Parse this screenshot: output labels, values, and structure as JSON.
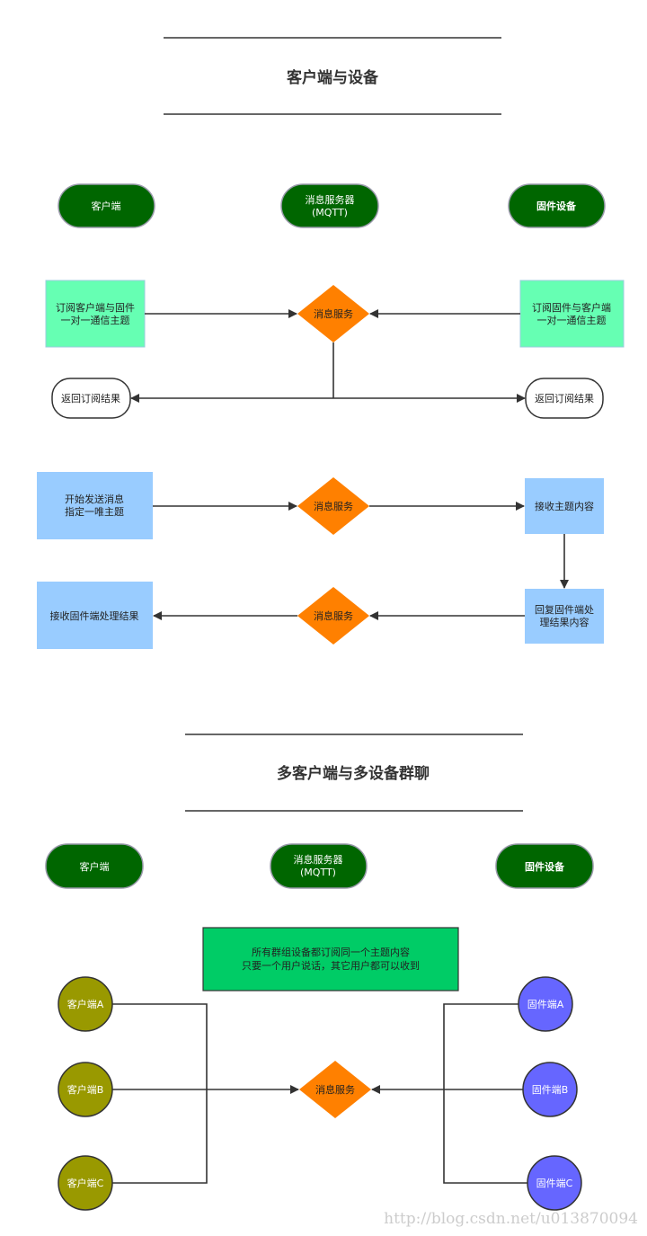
{
  "section1": {
    "title": "客户端与设备",
    "lanes": {
      "client": "客户端",
      "server_line1": "消息服务器",
      "server_line2": "(MQTT)",
      "device": "固件设备"
    },
    "subscribe_client": [
      "订阅客户端与固件",
      "一对一通信主题"
    ],
    "subscribe_device": [
      "订阅固件与客户端",
      "一对一通信主题"
    ],
    "service": "消息服务",
    "return_left": "返回订阅结果",
    "return_right": "返回订阅结果",
    "send": [
      "开始发送消息",
      "指定一唯主题"
    ],
    "receive_topic": "接收主题内容",
    "reply": [
      "回复固件端处",
      "理结果内容"
    ],
    "receive_result": "接收固件端处理结果"
  },
  "section2": {
    "title": "多客户端与多设备群聊",
    "lanes": {
      "client": "客户端",
      "server_line1": "消息服务器",
      "server_line2": "(MQTT)",
      "device": "固件设备"
    },
    "note": [
      "所有群组设备都订阅同一个主题内容",
      "只要一个用户说话，其它用户都可以收到"
    ],
    "clients": [
      "客户端A",
      "客户端B",
      "客户端C"
    ],
    "devices": [
      "固件端A",
      "固件端B",
      "固件端C"
    ],
    "service": "消息服务"
  },
  "watermark": "http://blog.csdn.net/u013870094",
  "colors": {
    "lane": "#006600",
    "subscribe": "#66ffb3",
    "message": "#99ccff",
    "diamond": "#ff8000",
    "note": "#00cc66",
    "client_circle": "#999900",
    "device_circle": "#6666ff"
  }
}
